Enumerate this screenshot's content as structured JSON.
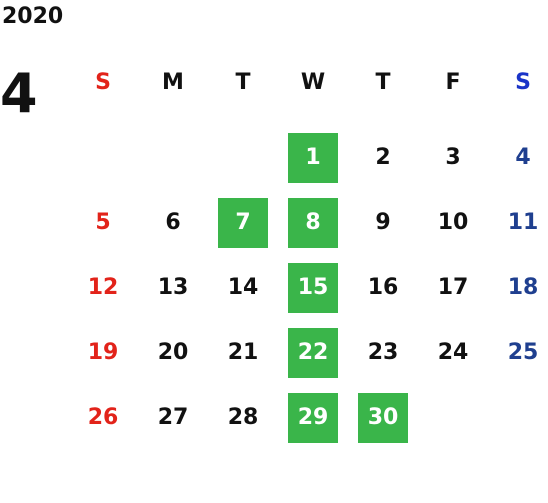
{
  "calendar": {
    "year": "2020",
    "month": "4",
    "weekdays": [
      "S",
      "M",
      "T",
      "W",
      "T",
      "F",
      "S"
    ],
    "highlight_color": "#3ab54a",
    "sunday_color": "#e2231a",
    "saturday_color": "#1f3f8f",
    "weeks": [
      [
        {
          "day": "",
          "highlighted": false
        },
        {
          "day": "",
          "highlighted": false
        },
        {
          "day": "",
          "highlighted": false
        },
        {
          "day": "1",
          "highlighted": true
        },
        {
          "day": "2",
          "highlighted": false
        },
        {
          "day": "3",
          "highlighted": false
        },
        {
          "day": "4",
          "highlighted": false
        }
      ],
      [
        {
          "day": "5",
          "highlighted": false
        },
        {
          "day": "6",
          "highlighted": false
        },
        {
          "day": "7",
          "highlighted": true
        },
        {
          "day": "8",
          "highlighted": true
        },
        {
          "day": "9",
          "highlighted": false
        },
        {
          "day": "10",
          "highlighted": false
        },
        {
          "day": "11",
          "highlighted": false
        }
      ],
      [
        {
          "day": "12",
          "highlighted": false
        },
        {
          "day": "13",
          "highlighted": false
        },
        {
          "day": "14",
          "highlighted": false
        },
        {
          "day": "15",
          "highlighted": true
        },
        {
          "day": "16",
          "highlighted": false
        },
        {
          "day": "17",
          "highlighted": false
        },
        {
          "day": "18",
          "highlighted": false
        }
      ],
      [
        {
          "day": "19",
          "highlighted": false
        },
        {
          "day": "20",
          "highlighted": false
        },
        {
          "day": "21",
          "highlighted": false
        },
        {
          "day": "22",
          "highlighted": true
        },
        {
          "day": "23",
          "highlighted": false
        },
        {
          "day": "24",
          "highlighted": false
        },
        {
          "day": "25",
          "highlighted": false
        }
      ],
      [
        {
          "day": "26",
          "highlighted": false
        },
        {
          "day": "27",
          "highlighted": false
        },
        {
          "day": "28",
          "highlighted": false
        },
        {
          "day": "29",
          "highlighted": true
        },
        {
          "day": "30",
          "highlighted": true
        },
        {
          "day": "",
          "highlighted": false
        },
        {
          "day": "",
          "highlighted": false
        }
      ]
    ]
  }
}
